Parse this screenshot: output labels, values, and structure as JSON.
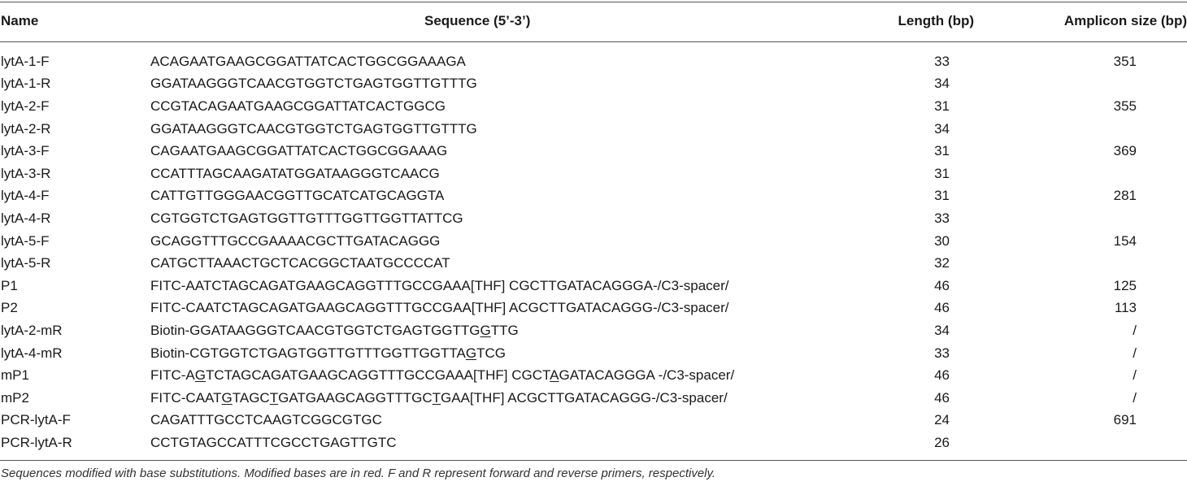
{
  "table": {
    "headers": {
      "name": "Name",
      "sequence": "Sequence (5’-3’)",
      "length": "Length (bp)",
      "amplicon": "Amplicon size (bp)"
    },
    "rows": [
      {
        "name": "lytA-1-F",
        "sequence": [
          {
            "t": "ACAGAATGAAGCGGATTATCACTGGCGGAAAGA",
            "u": false
          }
        ],
        "length": "33",
        "amplicon": "351"
      },
      {
        "name": "lytA-1-R",
        "sequence": [
          {
            "t": "GGATAAGGGTCAACGTGGTCTGAGTGGTTGTTTG",
            "u": false
          }
        ],
        "length": "34",
        "amplicon": ""
      },
      {
        "name": "lytA-2-F",
        "sequence": [
          {
            "t": "CCGTACAGAATGAAGCGGATTATCACTGGCG",
            "u": false
          }
        ],
        "length": "31",
        "amplicon": "355"
      },
      {
        "name": "lytA-2-R",
        "sequence": [
          {
            "t": "GGATAAGGGTCAACGTGGTCTGAGTGGTTGTTTG",
            "u": false
          }
        ],
        "length": "34",
        "amplicon": ""
      },
      {
        "name": "lytA-3-F",
        "sequence": [
          {
            "t": "CAGAATGAAGCGGATTATCACTGGCGGAAAG",
            "u": false
          }
        ],
        "length": "31",
        "amplicon": "369"
      },
      {
        "name": "lytA-3-R",
        "sequence": [
          {
            "t": "CCATTTAGCAAGATATGGATAAGGGTCAACG",
            "u": false
          }
        ],
        "length": "31",
        "amplicon": ""
      },
      {
        "name": "lytA-4-F",
        "sequence": [
          {
            "t": "CATTGTTGGGAACGGTTGCATCATGCAGGTA",
            "u": false
          }
        ],
        "length": "31",
        "amplicon": "281"
      },
      {
        "name": "lytA-4-R",
        "sequence": [
          {
            "t": "CGTGGTCTGAGTGGTTGTTTGGTTGGTTATTCG",
            "u": false
          }
        ],
        "length": "33",
        "amplicon": ""
      },
      {
        "name": "lytA-5-F",
        "sequence": [
          {
            "t": "GCAGGTTTGCCGAAAACGCTTGATACAGGG",
            "u": false
          }
        ],
        "length": "30",
        "amplicon": "154"
      },
      {
        "name": "lytA-5-R",
        "sequence": [
          {
            "t": "CATGCTTAAACTGCTCACGGCTAATGCCCCAT",
            "u": false
          }
        ],
        "length": "32",
        "amplicon": ""
      },
      {
        "name": "P1",
        "sequence": [
          {
            "t": "FITC-AATCTAGCAGATGAAGCAGGTTTGCCGAAA[THF] CGCTTGATACAGGGA-/C3-spacer/",
            "u": false
          }
        ],
        "length": "46",
        "amplicon": "125"
      },
      {
        "name": "P2",
        "sequence": [
          {
            "t": "FITC-CAATCTAGCAGATGAAGCAGGTTTGCCGAA[THF] ACGCTTGATACAGGG-/C3-spacer/",
            "u": false
          }
        ],
        "length": "46",
        "amplicon": "113"
      },
      {
        "name": "lytA-2-mR",
        "sequence": [
          {
            "t": "Biotin-GGATAAGGGTCAACGTGGTCTGAGTGGTTG",
            "u": false
          },
          {
            "t": "G",
            "u": true
          },
          {
            "t": "TTG",
            "u": false
          }
        ],
        "length": "34",
        "amplicon": "/"
      },
      {
        "name": "lytA-4-mR",
        "sequence": [
          {
            "t": "Biotin-CGTGGTCTGAGTGGTTGTTTGGTTGGTTA",
            "u": false
          },
          {
            "t": "G",
            "u": true
          },
          {
            "t": "TCG",
            "u": false
          }
        ],
        "length": "33",
        "amplicon": "/"
      },
      {
        "name": "mP1",
        "sequence": [
          {
            "t": "FITC-A",
            "u": false
          },
          {
            "t": "G",
            "u": true
          },
          {
            "t": "TCTAGCAGATGAAGCAGGTTTGCCGAAA[THF] CGCT",
            "u": false
          },
          {
            "t": "A",
            "u": true
          },
          {
            "t": "GATACAGGGA -/C3-spacer/",
            "u": false
          }
        ],
        "length": "46",
        "amplicon": "/"
      },
      {
        "name": "mP2",
        "sequence": [
          {
            "t": "FITC-CAAT",
            "u": false
          },
          {
            "t": "G",
            "u": true
          },
          {
            "t": "TAGC",
            "u": false
          },
          {
            "t": "T",
            "u": true
          },
          {
            "t": "GATGAAGCAGGTTTGC",
            "u": false
          },
          {
            "t": "T",
            "u": true
          },
          {
            "t": "GAA[THF] ACGCTTGATACAGGG-/C3-spacer/",
            "u": false
          }
        ],
        "length": "46",
        "amplicon": "/"
      },
      {
        "name": "PCR-lytA-F",
        "sequence": [
          {
            "t": "CAGATTTGCCTCAAGTCGGCGTGC",
            "u": false
          }
        ],
        "length": "24",
        "amplicon": "691"
      },
      {
        "name": "PCR-lytA-R",
        "sequence": [
          {
            "t": "CCTGTAGCCATTTCGCCTGAGTTGTC",
            "u": false
          }
        ],
        "length": "26",
        "amplicon": ""
      }
    ]
  },
  "footnote": "Sequences modified with base substitutions. Modified bases are in red. F and R represent forward and reverse primers, respectively."
}
